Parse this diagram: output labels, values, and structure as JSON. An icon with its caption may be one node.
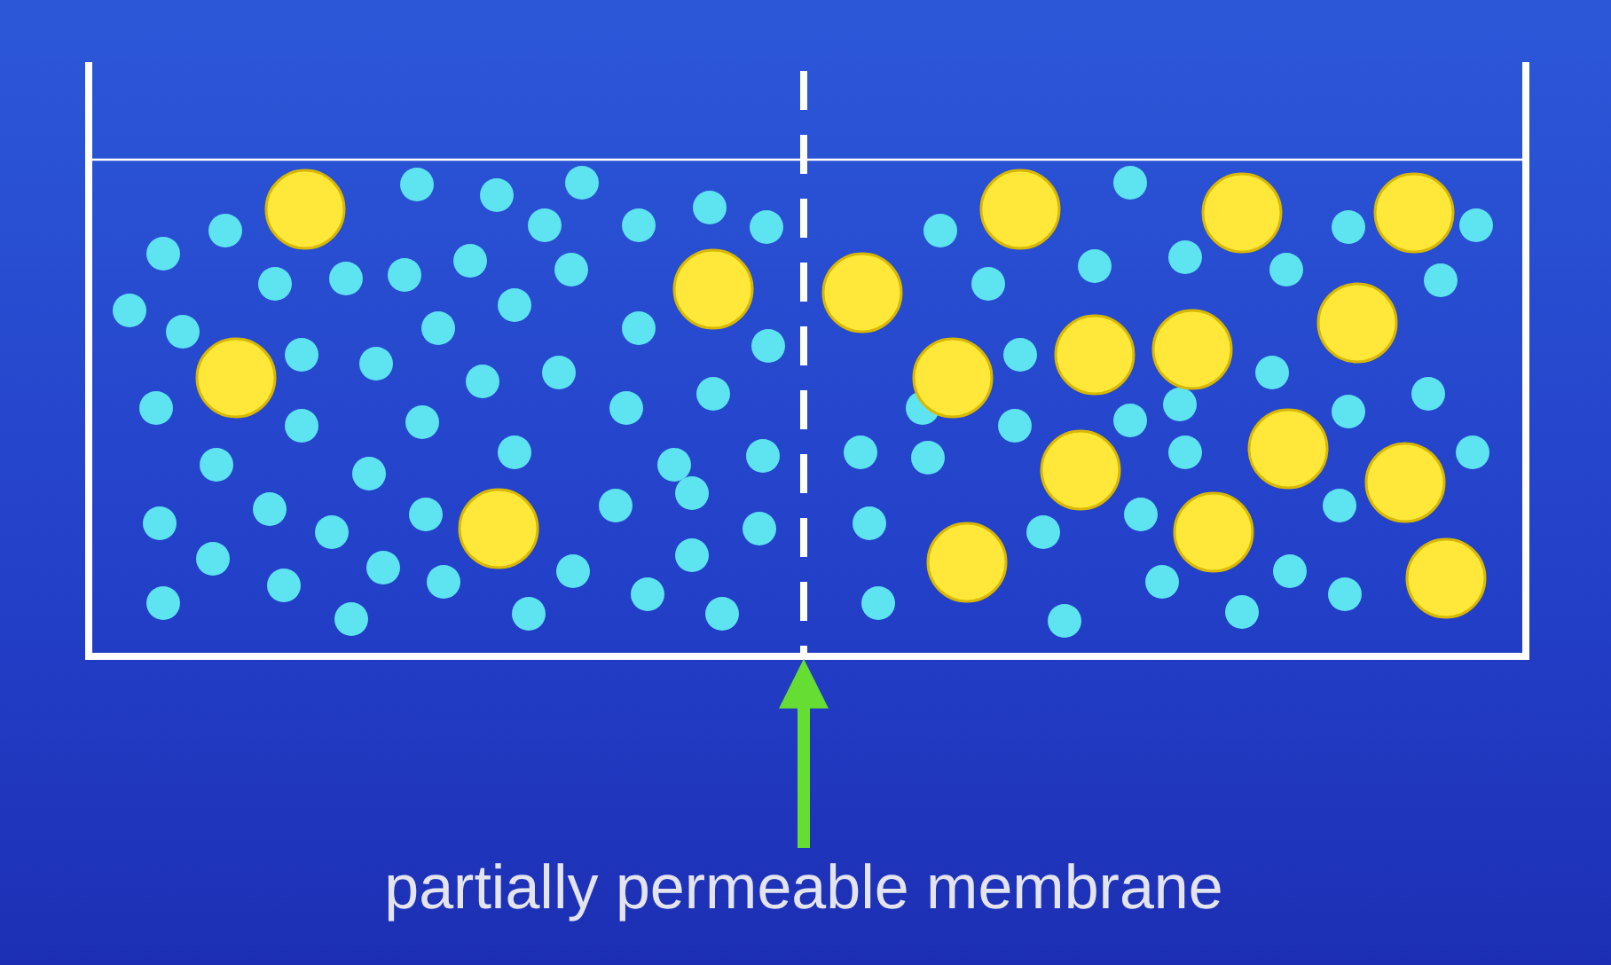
{
  "diagram": {
    "nodes": [
      {
        "text": [],
        "shape": "line"
      },
      {
        "text": [
          "partially permeable membrane"
        ]
      }
    ],
    "edges": [
      {
        "from": 1,
        "to": 0,
        "arrow": "to",
        "color": "#66dd33"
      }
    ]
  }
}
